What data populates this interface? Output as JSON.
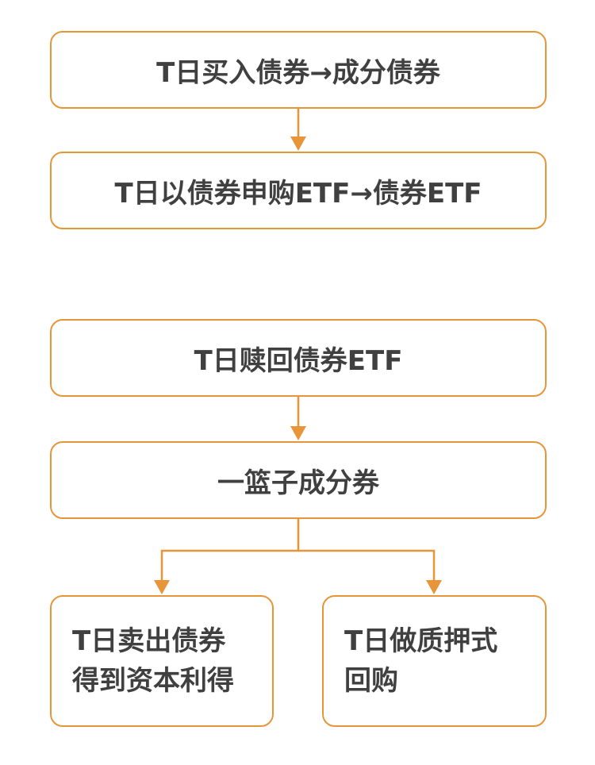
{
  "nodes": {
    "buy": {
      "text": "T日买入债券→成分债券"
    },
    "subscribe": {
      "text": "T日以债券申购ETF→债券ETF"
    },
    "redeem": {
      "text": "T日赎回债券ETF"
    },
    "basket": {
      "text": "一篮子成分券"
    },
    "sell": {
      "lines": [
        "T日卖出债券",
        "得到资本利得"
      ]
    },
    "repo": {
      "lines": [
        "T日做质押式",
        "回购"
      ]
    }
  },
  "edges": [
    {
      "from": "buy",
      "to": "subscribe"
    },
    {
      "from": "redeem",
      "to": "basket"
    },
    {
      "from": "basket",
      "to": "sell"
    },
    {
      "from": "basket",
      "to": "repo"
    }
  ],
  "colors": {
    "accent": "#E8953A",
    "text": "#404040",
    "background": "#FFFFFF"
  }
}
